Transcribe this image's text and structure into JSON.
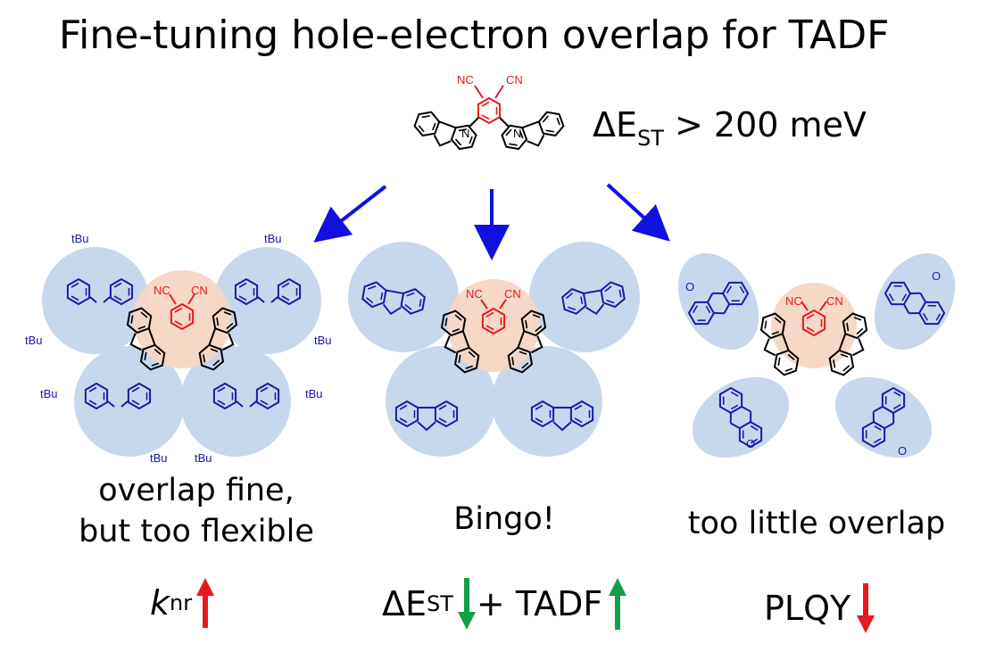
{
  "title": "Fine-tuning hole-electron overlap for TADF",
  "parent": {
    "delta_symbol": "ΔE",
    "delta_sub": "ST",
    "delta_value": " > 200 meV"
  },
  "labels": {
    "nc": "NC",
    "cn": "CN",
    "n": "N",
    "o": "O",
    "tbu": "tBu"
  },
  "left": {
    "caption_line1": "overlap fine,",
    "caption_line2": "but too flexible",
    "effect_k": "k",
    "effect_sub": "nr"
  },
  "middle": {
    "caption": "Bingo!",
    "effect_delta": "ΔE",
    "effect_sub": "ST",
    "effect_text": " + TADF"
  },
  "right": {
    "caption": "too little overlap",
    "effect_text": "PLQY"
  },
  "colors": {
    "acceptor": "#e8191e",
    "donor": "#1a1aaa",
    "arrow_blue": "#1010e0",
    "arrow_green": "#12a04a",
    "arrow_red": "#e8191e",
    "donor_halo": "#c8d8ec",
    "acceptor_halo": "#f6d6c4"
  },
  "icons": [
    "down-arrow-icon",
    "up-arrow-icon"
  ]
}
